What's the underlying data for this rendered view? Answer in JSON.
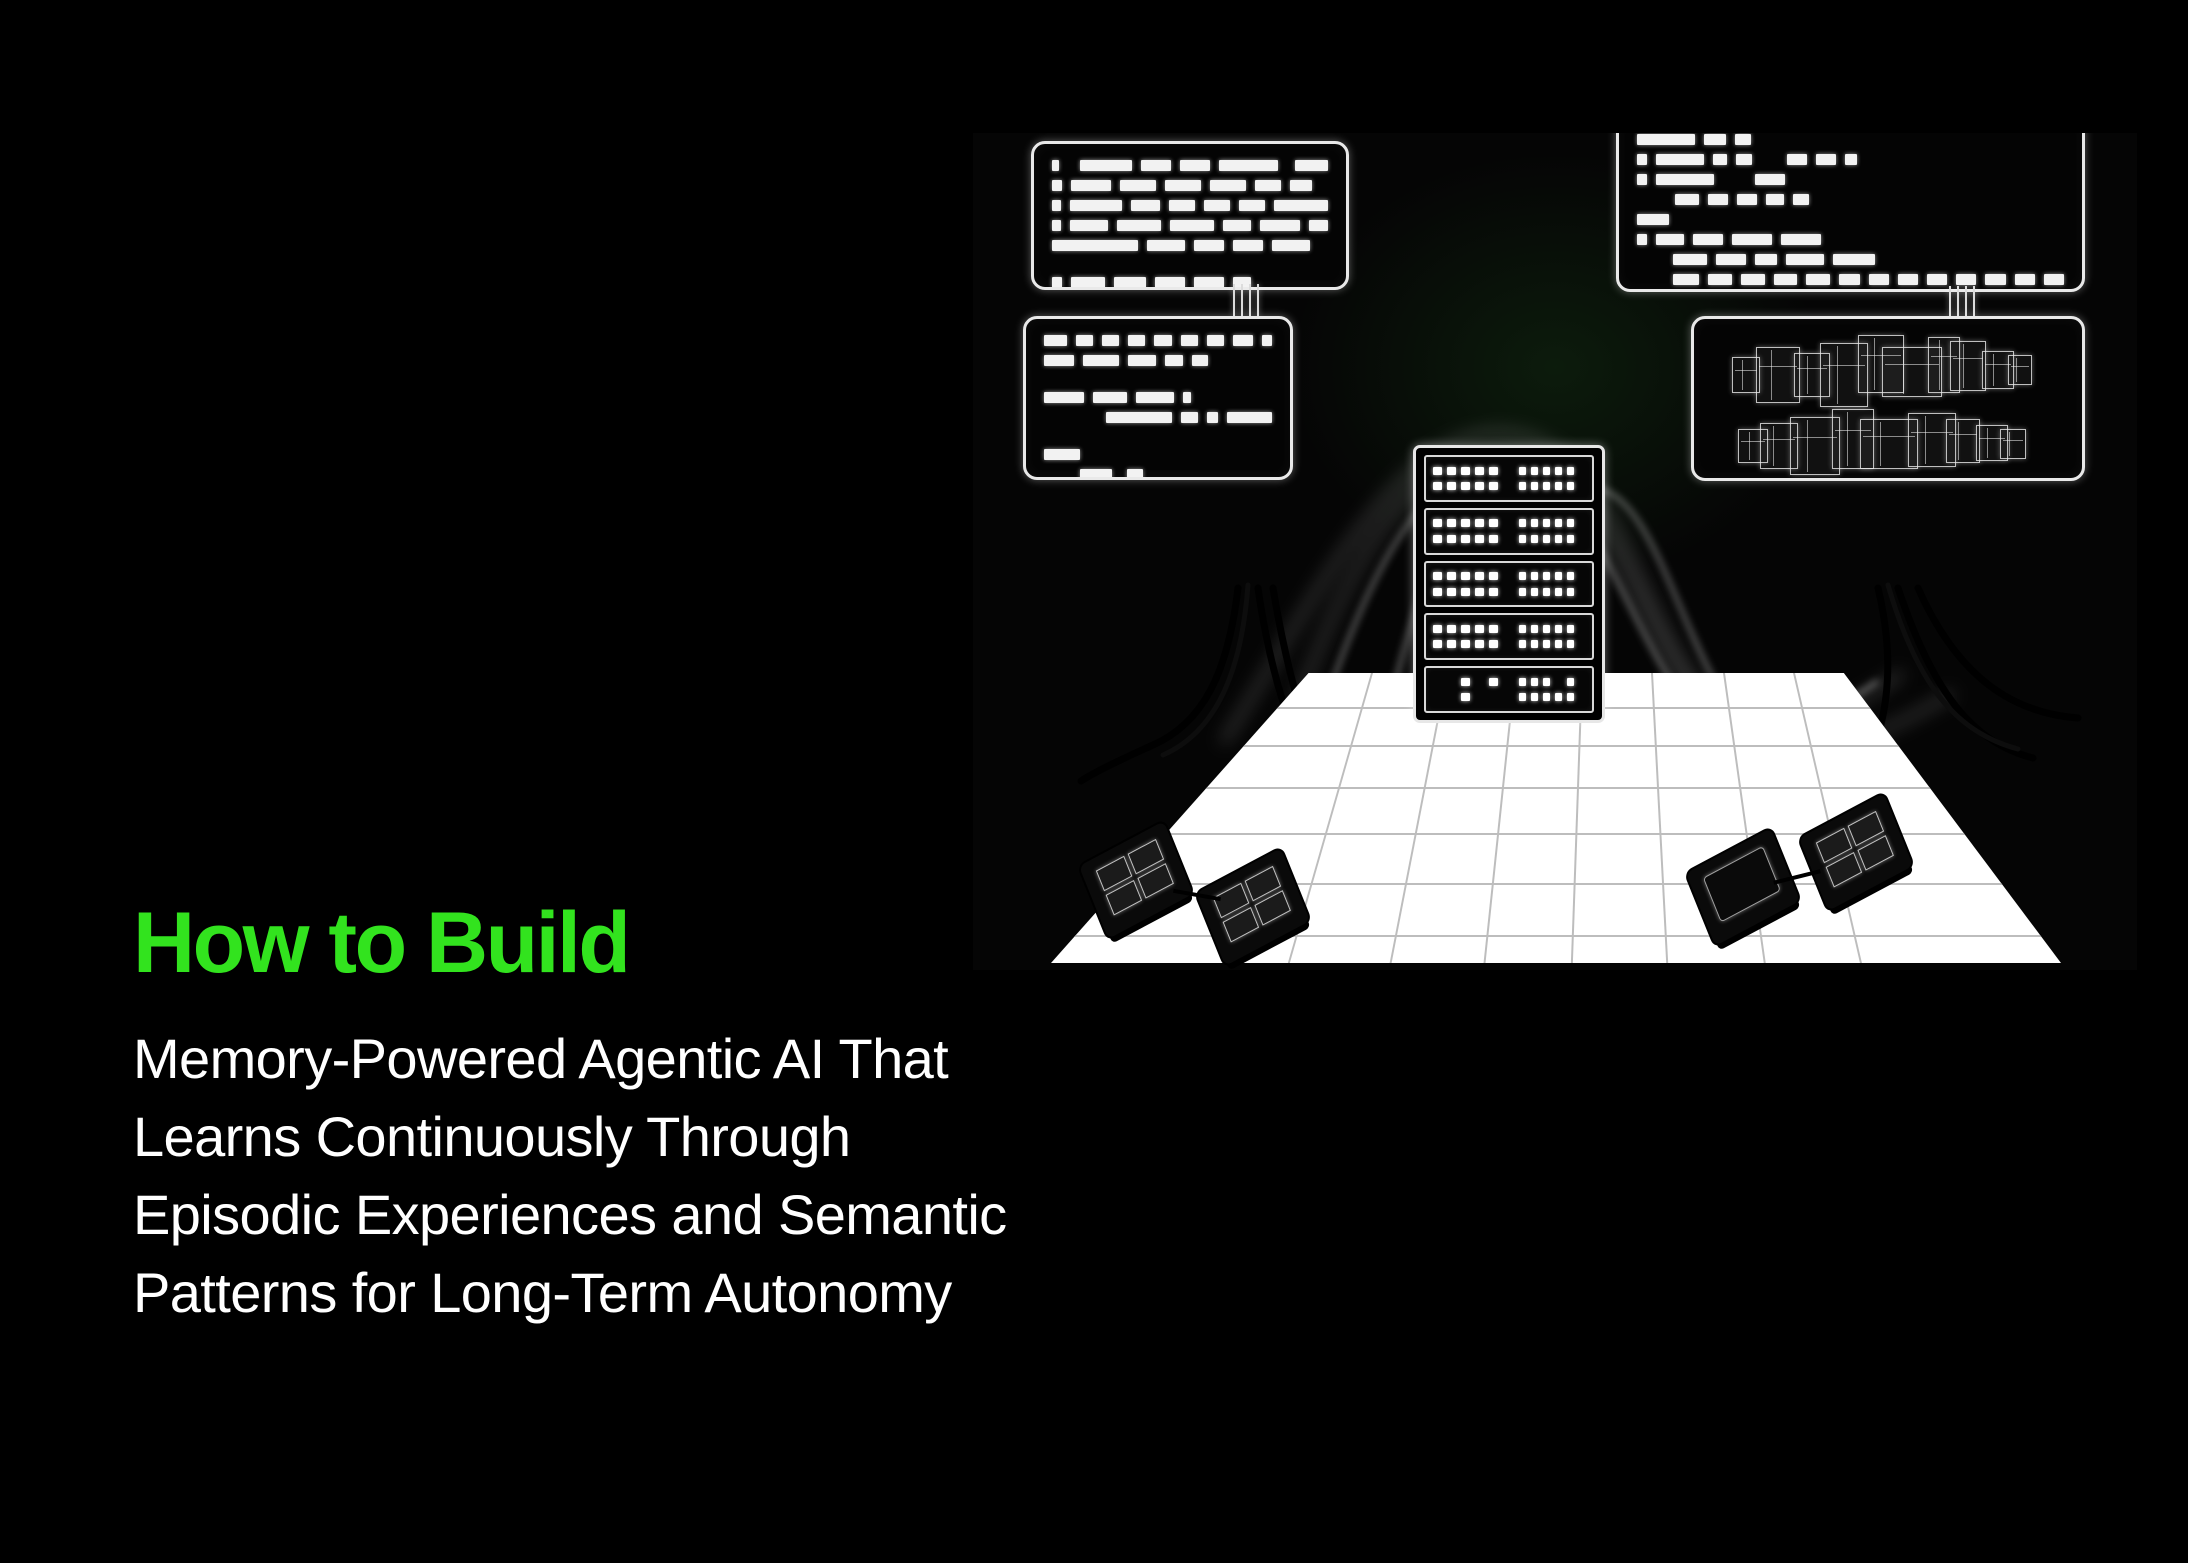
{
  "page": {
    "background_color": "#000000",
    "accent_color": "#32E31E",
    "text_color": "#FFFFFF"
  },
  "headline": {
    "text": "How to Build",
    "color": "#32E31E"
  },
  "subheadline": {
    "lines": [
      "Memory-Powered Agentic AI That",
      "Learns Continuously Through",
      "Episodic Experiences and Semantic",
      "Patterns for Long-Term Autonomy"
    ],
    "color": "#FFFFFF"
  },
  "illustration": {
    "name": "ai-memory-infrastructure-diagram",
    "description": "Black technical illustration: four outlined display panels showing abstract code blocks and circuit schematics, connected by glowing cables to a central server rack standing on a white perspective grid floor with four chip modules.",
    "elements": [
      {
        "name": "code-panel-top-left",
        "kind": "code-screen",
        "position": "top-left"
      },
      {
        "name": "code-panel-bottom-left",
        "kind": "code-screen",
        "position": "middle-left"
      },
      {
        "name": "code-panel-top-right",
        "kind": "code-screen",
        "position": "top-right"
      },
      {
        "name": "circuit-panel-bottom-right",
        "kind": "circuit-schematic",
        "position": "middle-right"
      },
      {
        "name": "server-rack",
        "kind": "server-rack",
        "units": 5
      },
      {
        "name": "grid-floor",
        "kind": "perspective-grid"
      },
      {
        "name": "chip-module-left-1",
        "kind": "chip"
      },
      {
        "name": "chip-module-left-2",
        "kind": "chip"
      },
      {
        "name": "chip-module-right-1",
        "kind": "chip"
      },
      {
        "name": "chip-module-right-2",
        "kind": "chip"
      }
    ]
  }
}
